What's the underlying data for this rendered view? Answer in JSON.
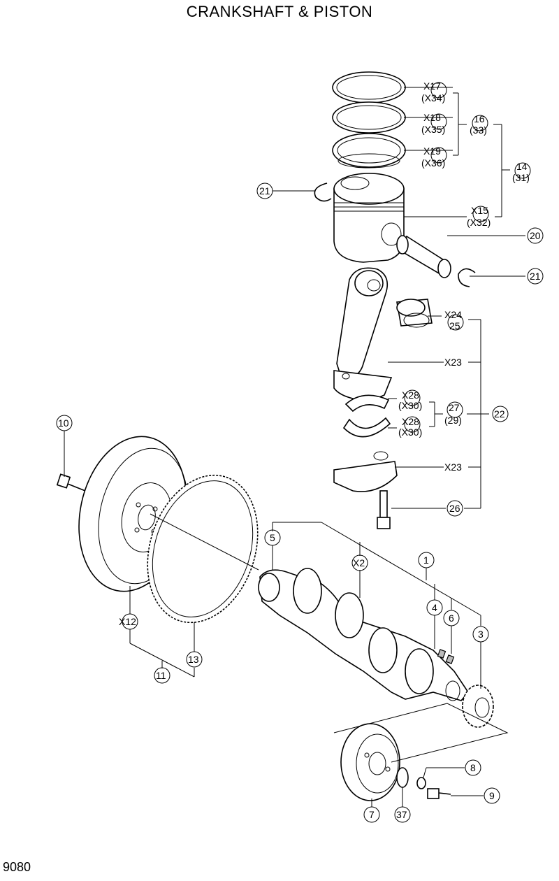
{
  "title": "CRANKSHAFT & PISTON",
  "page_number": "9080",
  "callouts": {
    "c1": "1",
    "c2": "X2",
    "c3": "3",
    "c4": "4",
    "c5": "5",
    "c6": "6",
    "c7": "7",
    "c8": "8",
    "c9": "9",
    "c10": "10",
    "c11": "11",
    "c12": "X12",
    "c13": "13",
    "c14a": "14",
    "c14b": "(31)",
    "c15a": "X15",
    "c15b": "(X32)",
    "c16a": "16",
    "c16b": "(33)",
    "c17a": "X17",
    "c17b": "(X34)",
    "c18a": "X18",
    "c18b": "(X35)",
    "c19a": "X19",
    "c19b": "(X36)",
    "c20": "20",
    "c21a": "21",
    "c21b": "21",
    "c22": "22",
    "c23a": "X23",
    "c23b": "X23",
    "c24a": "X24",
    "c24b": "25",
    "c26": "26",
    "c27a": "27",
    "c27b": "(29)",
    "c28a": "X28",
    "c28b": "(X30)",
    "c28c": "X28",
    "c28d": "(X30)",
    "c37": "37"
  }
}
